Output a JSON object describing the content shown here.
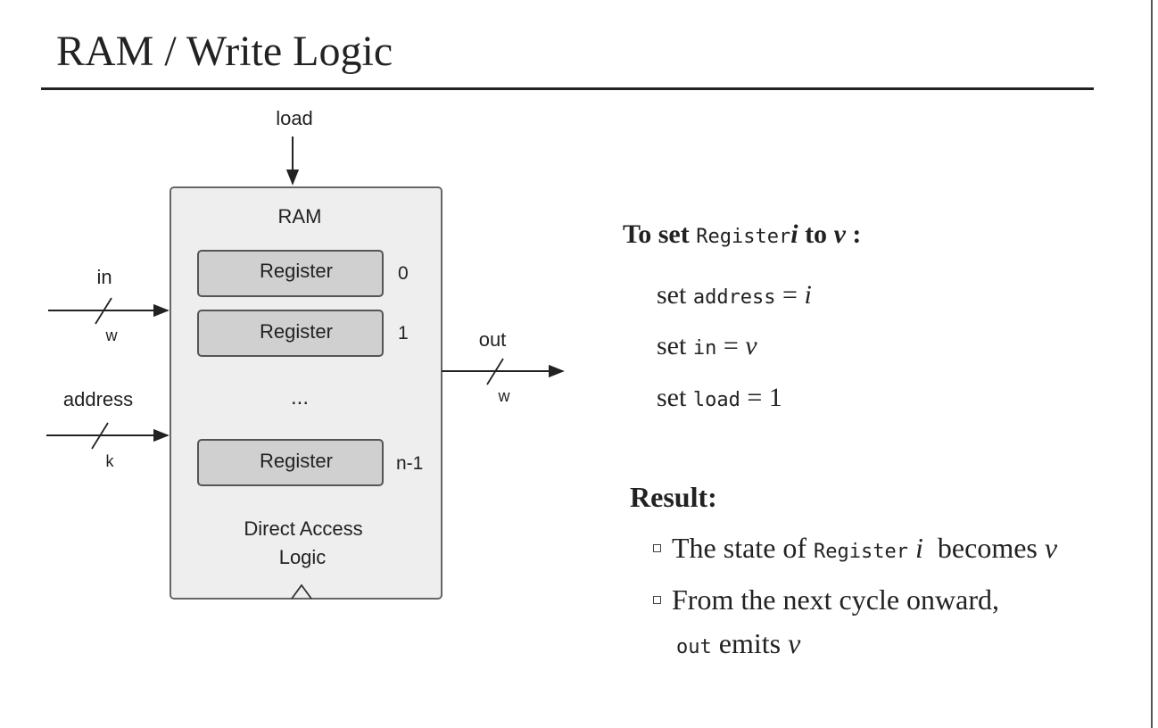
{
  "slide": {
    "title": "RAM / Write Logic"
  },
  "diagram": {
    "chip_label": "RAM",
    "load_label": "load",
    "in_label": "in",
    "in_width": "w",
    "address_label": "address",
    "address_width": "k",
    "out_label": "out",
    "out_width": "w",
    "registers": [
      {
        "label": "Register",
        "index": "0"
      },
      {
        "label": "Register",
        "index": "1"
      },
      {
        "label": "Register",
        "index": "n-1"
      }
    ],
    "ellipsis": "...",
    "logic_line1": "Direct Access",
    "logic_line2": "Logic"
  },
  "instructions": {
    "heading_pre": "To set",
    "heading_code": "Register",
    "heading_i": "i",
    "heading_to": "to",
    "heading_v": "v",
    "heading_colon": ":",
    "steps": [
      {
        "set": "set",
        "code": "address",
        "eq": "=",
        "value": "i"
      },
      {
        "set": "set",
        "code": "in",
        "eq": "=",
        "value": "v"
      },
      {
        "set": "set",
        "code": "load",
        "eq": "=",
        "value": "1"
      }
    ]
  },
  "result": {
    "heading": "Result:",
    "bullet1_pre": "The state of",
    "bullet1_code": "Register",
    "bullet1_i": "i",
    "bullet1_mid": "becomes",
    "bullet1_v": "v",
    "bullet2_line1": "From the next cycle onward,",
    "bullet2_code": "out",
    "bullet2_mid": "emits",
    "bullet2_v": "v"
  }
}
